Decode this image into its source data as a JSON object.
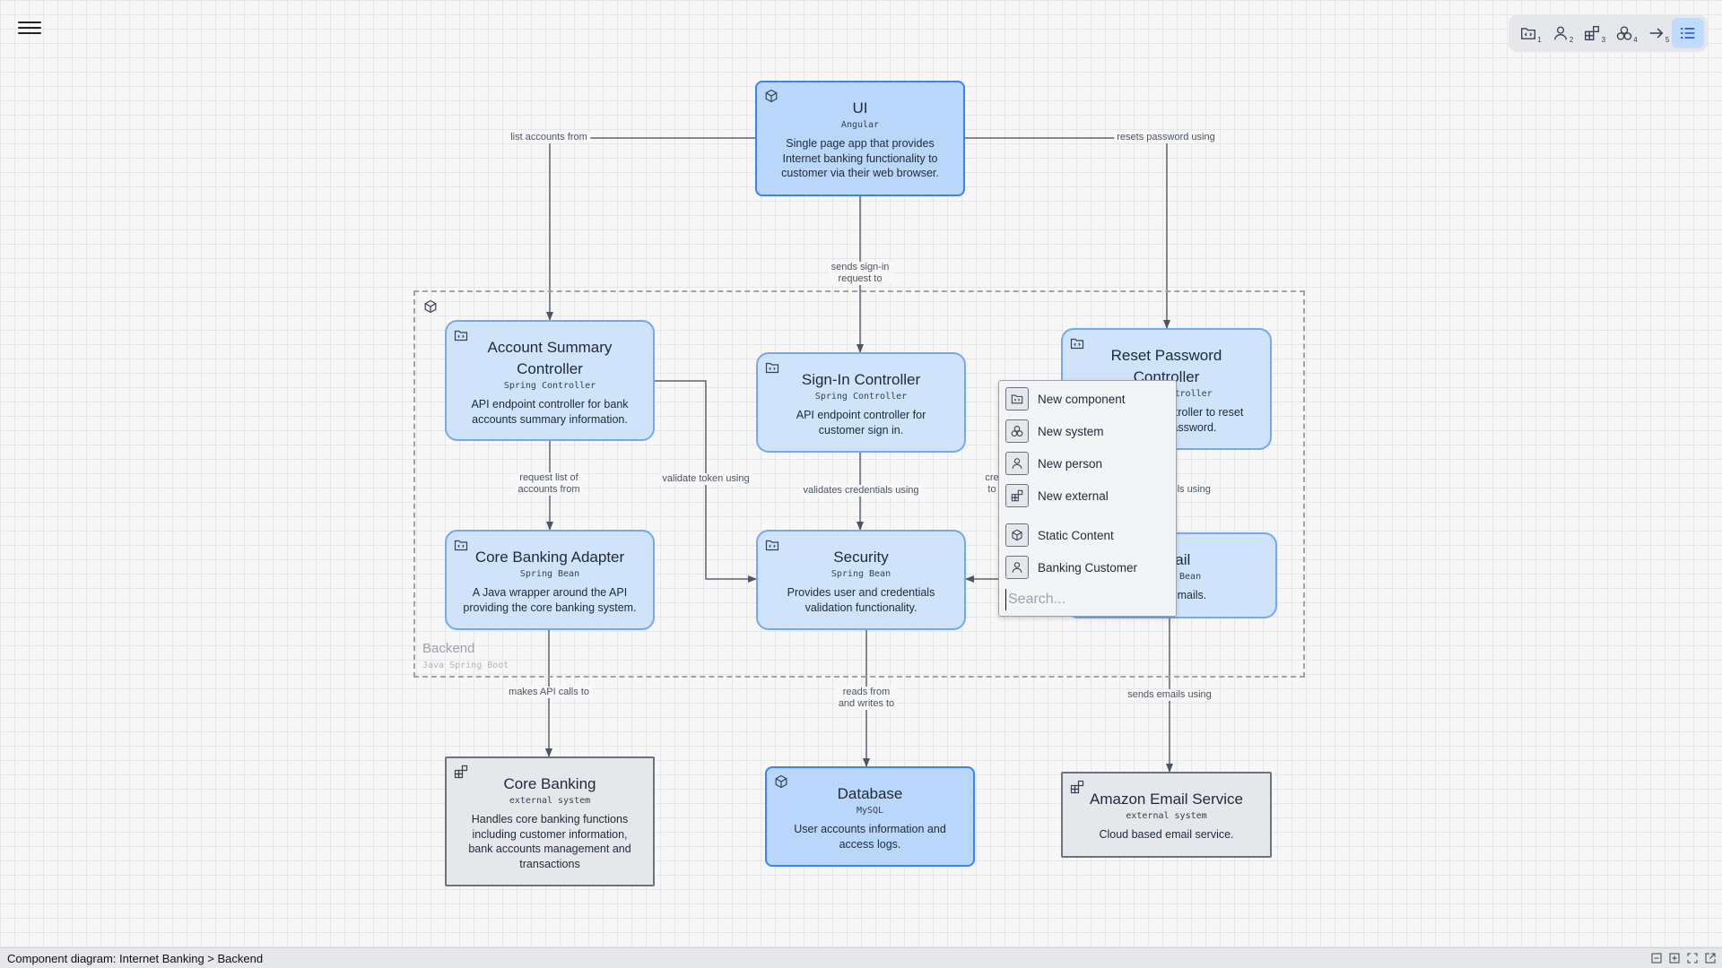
{
  "toolbar": {
    "items": [
      {
        "icon": "folder-code-icon",
        "shortcut": "1"
      },
      {
        "icon": "person-icon",
        "shortcut": "2"
      },
      {
        "icon": "external-blocks-icon",
        "shortcut": "3"
      },
      {
        "icon": "system-circles-icon",
        "shortcut": "4"
      },
      {
        "icon": "arrow-right-icon",
        "shortcut": "5"
      },
      {
        "icon": "list-icon",
        "shortcut": ""
      }
    ]
  },
  "nodes": {
    "ui": {
      "title": "UI",
      "tech": "Angular",
      "desc": "Single page app that provides Internet banking functionality to customer via their web browser."
    },
    "account_summary": {
      "title": "Account Summary Controller",
      "tech": "Spring Controller",
      "desc": "API endpoint controller for bank accounts summary information."
    },
    "sign_in": {
      "title": "Sign-In Controller",
      "tech": "Spring Controller",
      "desc": "API endpoint controller for customer sign in."
    },
    "reset_password": {
      "title": "Reset Password Controller",
      "tech": "Spring Controller",
      "desc": "API endpoint controller to reset customer password."
    },
    "core_banking_adapter": {
      "title": "Core Banking Adapter",
      "tech": "Spring Bean",
      "desc": "A Java wrapper around the API providing the core banking system."
    },
    "security": {
      "title": "Security",
      "tech": "Spring Bean",
      "desc": "Provides user and credentials validation functionality."
    },
    "email": {
      "title": "Email",
      "tech": "Spring Bean",
      "desc": "Sends emails."
    },
    "core_banking": {
      "title": "Core Banking",
      "tech": "external system",
      "desc": "Handles core banking functions including customer information, bank accounts management and transactions"
    },
    "database": {
      "title": "Database",
      "tech": "MySQL",
      "desc": "User accounts information and access logs."
    },
    "amazon_email": {
      "title": "Amazon Email Service",
      "tech": "external system",
      "desc": "Cloud based email service."
    }
  },
  "boundary": {
    "title": "Backend",
    "tech": "Java Spring Boot"
  },
  "edges": {
    "list_accounts": "list accounts from",
    "resets_password": "resets password using",
    "sends_signin_1": "sends sign-in",
    "sends_signin_2": "request to",
    "request_list_1": "request list of",
    "request_list_2": "accounts from",
    "validate_token": "validate token using",
    "validates_credentials": "validates credentials using",
    "reset_to_security_1": "cre",
    "reset_to_security_2": "to",
    "sends_emails_using_partial": "ils using",
    "makes_api_calls": "makes API calls to",
    "reads_from_1": "reads from",
    "reads_from_2": "and writes to",
    "sends_emails_using": "sends emails using"
  },
  "context_menu": {
    "items": [
      {
        "label": "New component",
        "icon": "folder-code-icon"
      },
      {
        "label": "New system",
        "icon": "system-circles-icon"
      },
      {
        "label": "New person",
        "icon": "person-icon"
      },
      {
        "label": "New external",
        "icon": "external-blocks-icon"
      },
      {
        "label": "Static Content",
        "icon": "cube-icon"
      },
      {
        "label": "Banking Customer",
        "icon": "person-icon"
      }
    ],
    "search_placeholder": "Search..."
  },
  "statusbar": {
    "breadcrumb": "Component diagram: Internet Banking > Backend"
  },
  "colors": {
    "container_fill": "#b9d7fb",
    "container_border": "#3b82f6",
    "component_fill": "#cfe3fb",
    "external_fill": "#e5e7eb",
    "toolbar_active": "#bfdbfe"
  }
}
